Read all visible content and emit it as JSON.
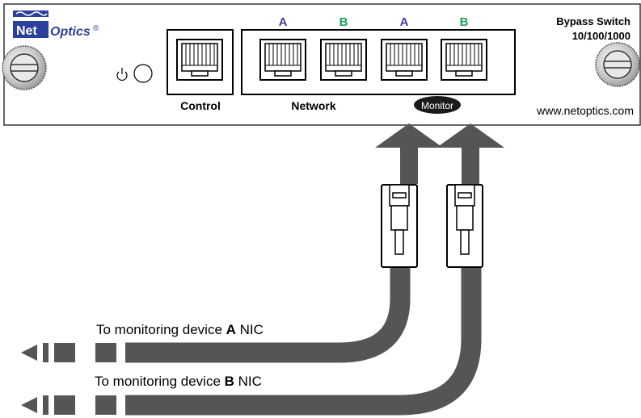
{
  "brand": {
    "logo_net": "Net",
    "logo_optics": "Optics",
    "logo_reg": "®",
    "logo_color": "#2b3f9c"
  },
  "device": {
    "title_line1": "Bypass Switch",
    "title_line2": "10/100/1000",
    "website": "www.netoptics.com",
    "control_label": "Control",
    "network_label": "Network",
    "monitor_label": "Monitor",
    "port_letters": [
      "A",
      "B",
      "A",
      "B"
    ],
    "letter_colors": {
      "A": "#4a3f93",
      "B": "#1f9e5b"
    }
  },
  "cables": {
    "label_a_prefix": "To monitoring device ",
    "label_a_letter": "A",
    "label_a_suffix": " NIC",
    "label_b_prefix": "To monitoring device ",
    "label_b_letter": "B",
    "label_b_suffix": " NIC",
    "cable_color": "#555555"
  }
}
